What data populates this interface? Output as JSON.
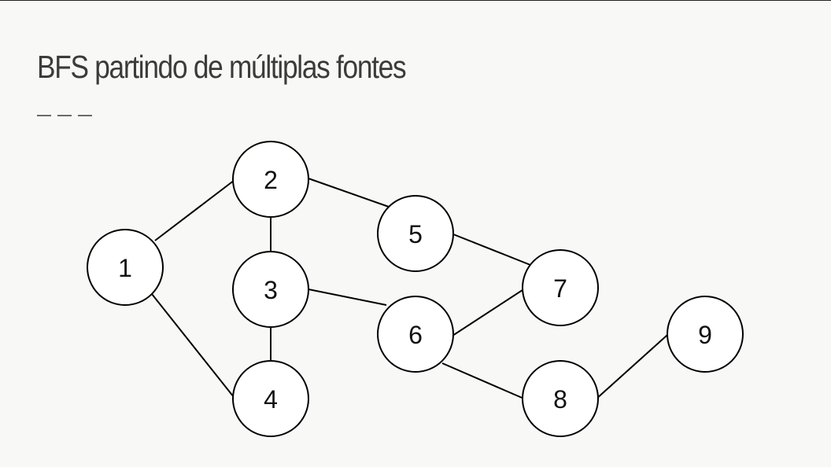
{
  "slide": {
    "title": "BFS partindo de múltiplas fontes"
  },
  "graph": {
    "nodes": [
      "1",
      "2",
      "3",
      "4",
      "5",
      "6",
      "7",
      "8",
      "9"
    ],
    "edges": [
      [
        "1",
        "2"
      ],
      [
        "1",
        "4"
      ],
      [
        "2",
        "3"
      ],
      [
        "2",
        "5"
      ],
      [
        "3",
        "4"
      ],
      [
        "3",
        "6"
      ],
      [
        "5",
        "7"
      ],
      [
        "6",
        "7"
      ],
      [
        "6",
        "8"
      ],
      [
        "8",
        "9"
      ]
    ]
  }
}
